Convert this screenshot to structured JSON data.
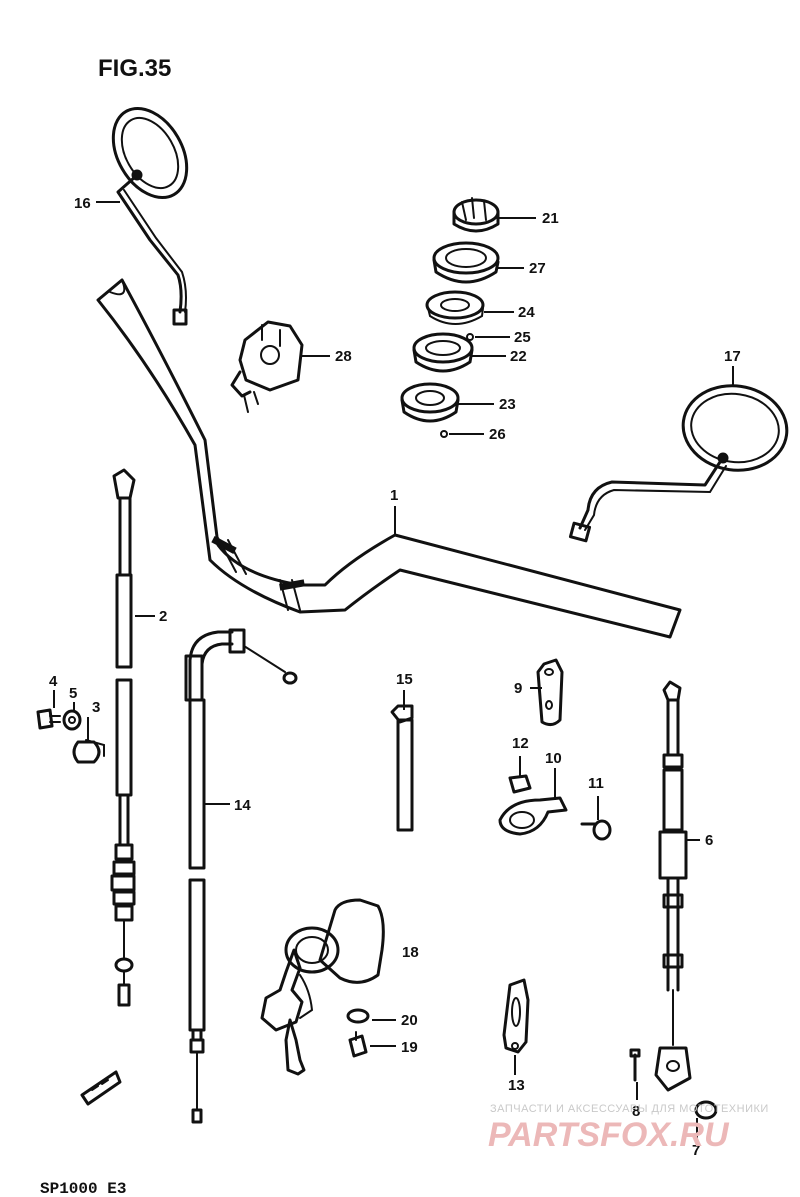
{
  "figure_title": "FIG.35",
  "footer_code": "SP1000 E3",
  "watermark": {
    "caption": "ЗАПЧАСТИ И АКСЕССУАРЫ ДЛЯ МОТОТЕХНИКИ",
    "brand": "PARTSFOX.RU",
    "color": "#e9a9a9"
  },
  "callouts": {
    "c1": "1",
    "c2": "2",
    "c3": "3",
    "c4": "4",
    "c5": "5",
    "c6": "6",
    "c7": "7",
    "c8": "8",
    "c9": "9",
    "c10": "10",
    "c11": "11",
    "c12": "12",
    "c13": "13",
    "c14": "14",
    "c15": "15",
    "c16": "16",
    "c17": "17",
    "c18": "18",
    "c19": "19",
    "c20": "20",
    "c21": "21",
    "c22": "22",
    "c23": "23",
    "c24": "24",
    "c25": "25",
    "c26": "26",
    "c27": "27",
    "c28": "28"
  }
}
